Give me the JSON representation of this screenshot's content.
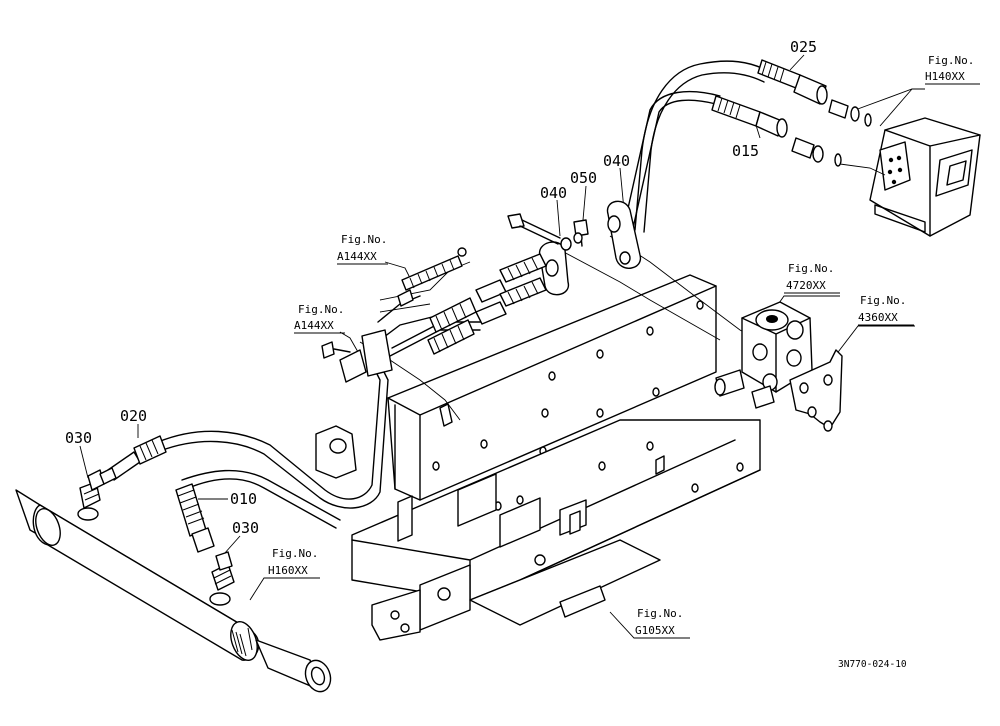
{
  "parts": {
    "p010": "010",
    "p015": "015",
    "p020": "020",
    "p025": "025",
    "p030a": "030",
    "p030b": "030",
    "p040a": "040",
    "p040b": "040",
    "p050": "050"
  },
  "figrefs": {
    "figno": "Fig.No.",
    "h140": "H140XX",
    "a144_upper": "A144XX",
    "a144_lower": "A144XX",
    "r4720": "4720XX",
    "r4360": "4360XX",
    "h160": "H160XX",
    "g105": "G105XX"
  },
  "drawing_code": "3N770-024-10"
}
